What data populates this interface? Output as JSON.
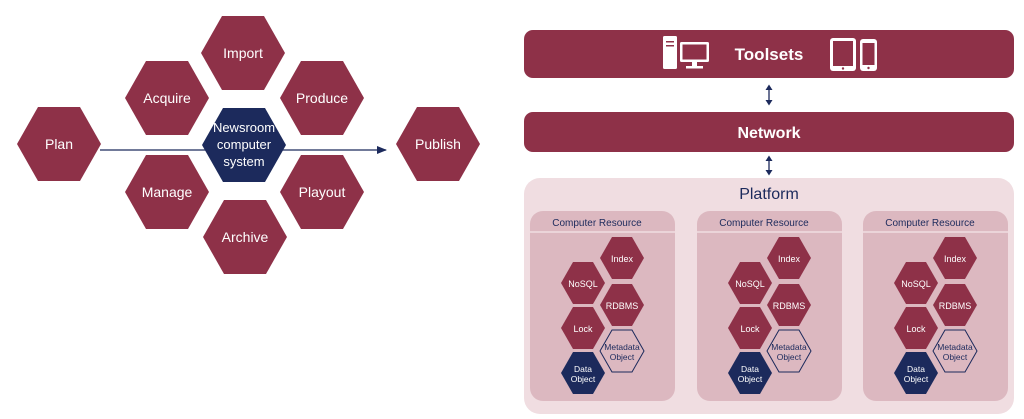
{
  "colors": {
    "maroon": "#8e3148",
    "navy": "#1c2a5c",
    "platform_bg": "#f0dde1",
    "resource_bg": "#dcb8c0",
    "white": "#ffffff"
  },
  "workflow": {
    "plan": "Plan",
    "acquire": "Acquire",
    "import": "Import",
    "produce": "Produce",
    "center_line1": "Newsroom",
    "center_line2": "computer",
    "center_line3": "system",
    "manage": "Manage",
    "playout": "Playout",
    "archive": "Archive",
    "publish": "Publish"
  },
  "architecture": {
    "toolsets": "Toolsets",
    "network": "Network",
    "platform": "Platform",
    "resources": [
      {
        "title": "Computer Resource",
        "index": "Index",
        "nosql": "NoSQL",
        "rdbms": "RDBMS",
        "lock": "Lock",
        "metadata_line1": "Metadata",
        "metadata_line2": "Object",
        "data_line1": "Data",
        "data_line2": "Object"
      },
      {
        "title": "Computer Resource",
        "index": "Index",
        "nosql": "NoSQL",
        "rdbms": "RDBMS",
        "lock": "Lock",
        "metadata_line1": "Metadata",
        "metadata_line2": "Object",
        "data_line1": "Data",
        "data_line2": "Object"
      },
      {
        "title": "Computer Resource",
        "index": "Index",
        "nosql": "NoSQL",
        "rdbms": "RDBMS",
        "lock": "Lock",
        "metadata_line1": "Metadata",
        "metadata_line2": "Object",
        "data_line1": "Data",
        "data_line2": "Object"
      }
    ]
  }
}
